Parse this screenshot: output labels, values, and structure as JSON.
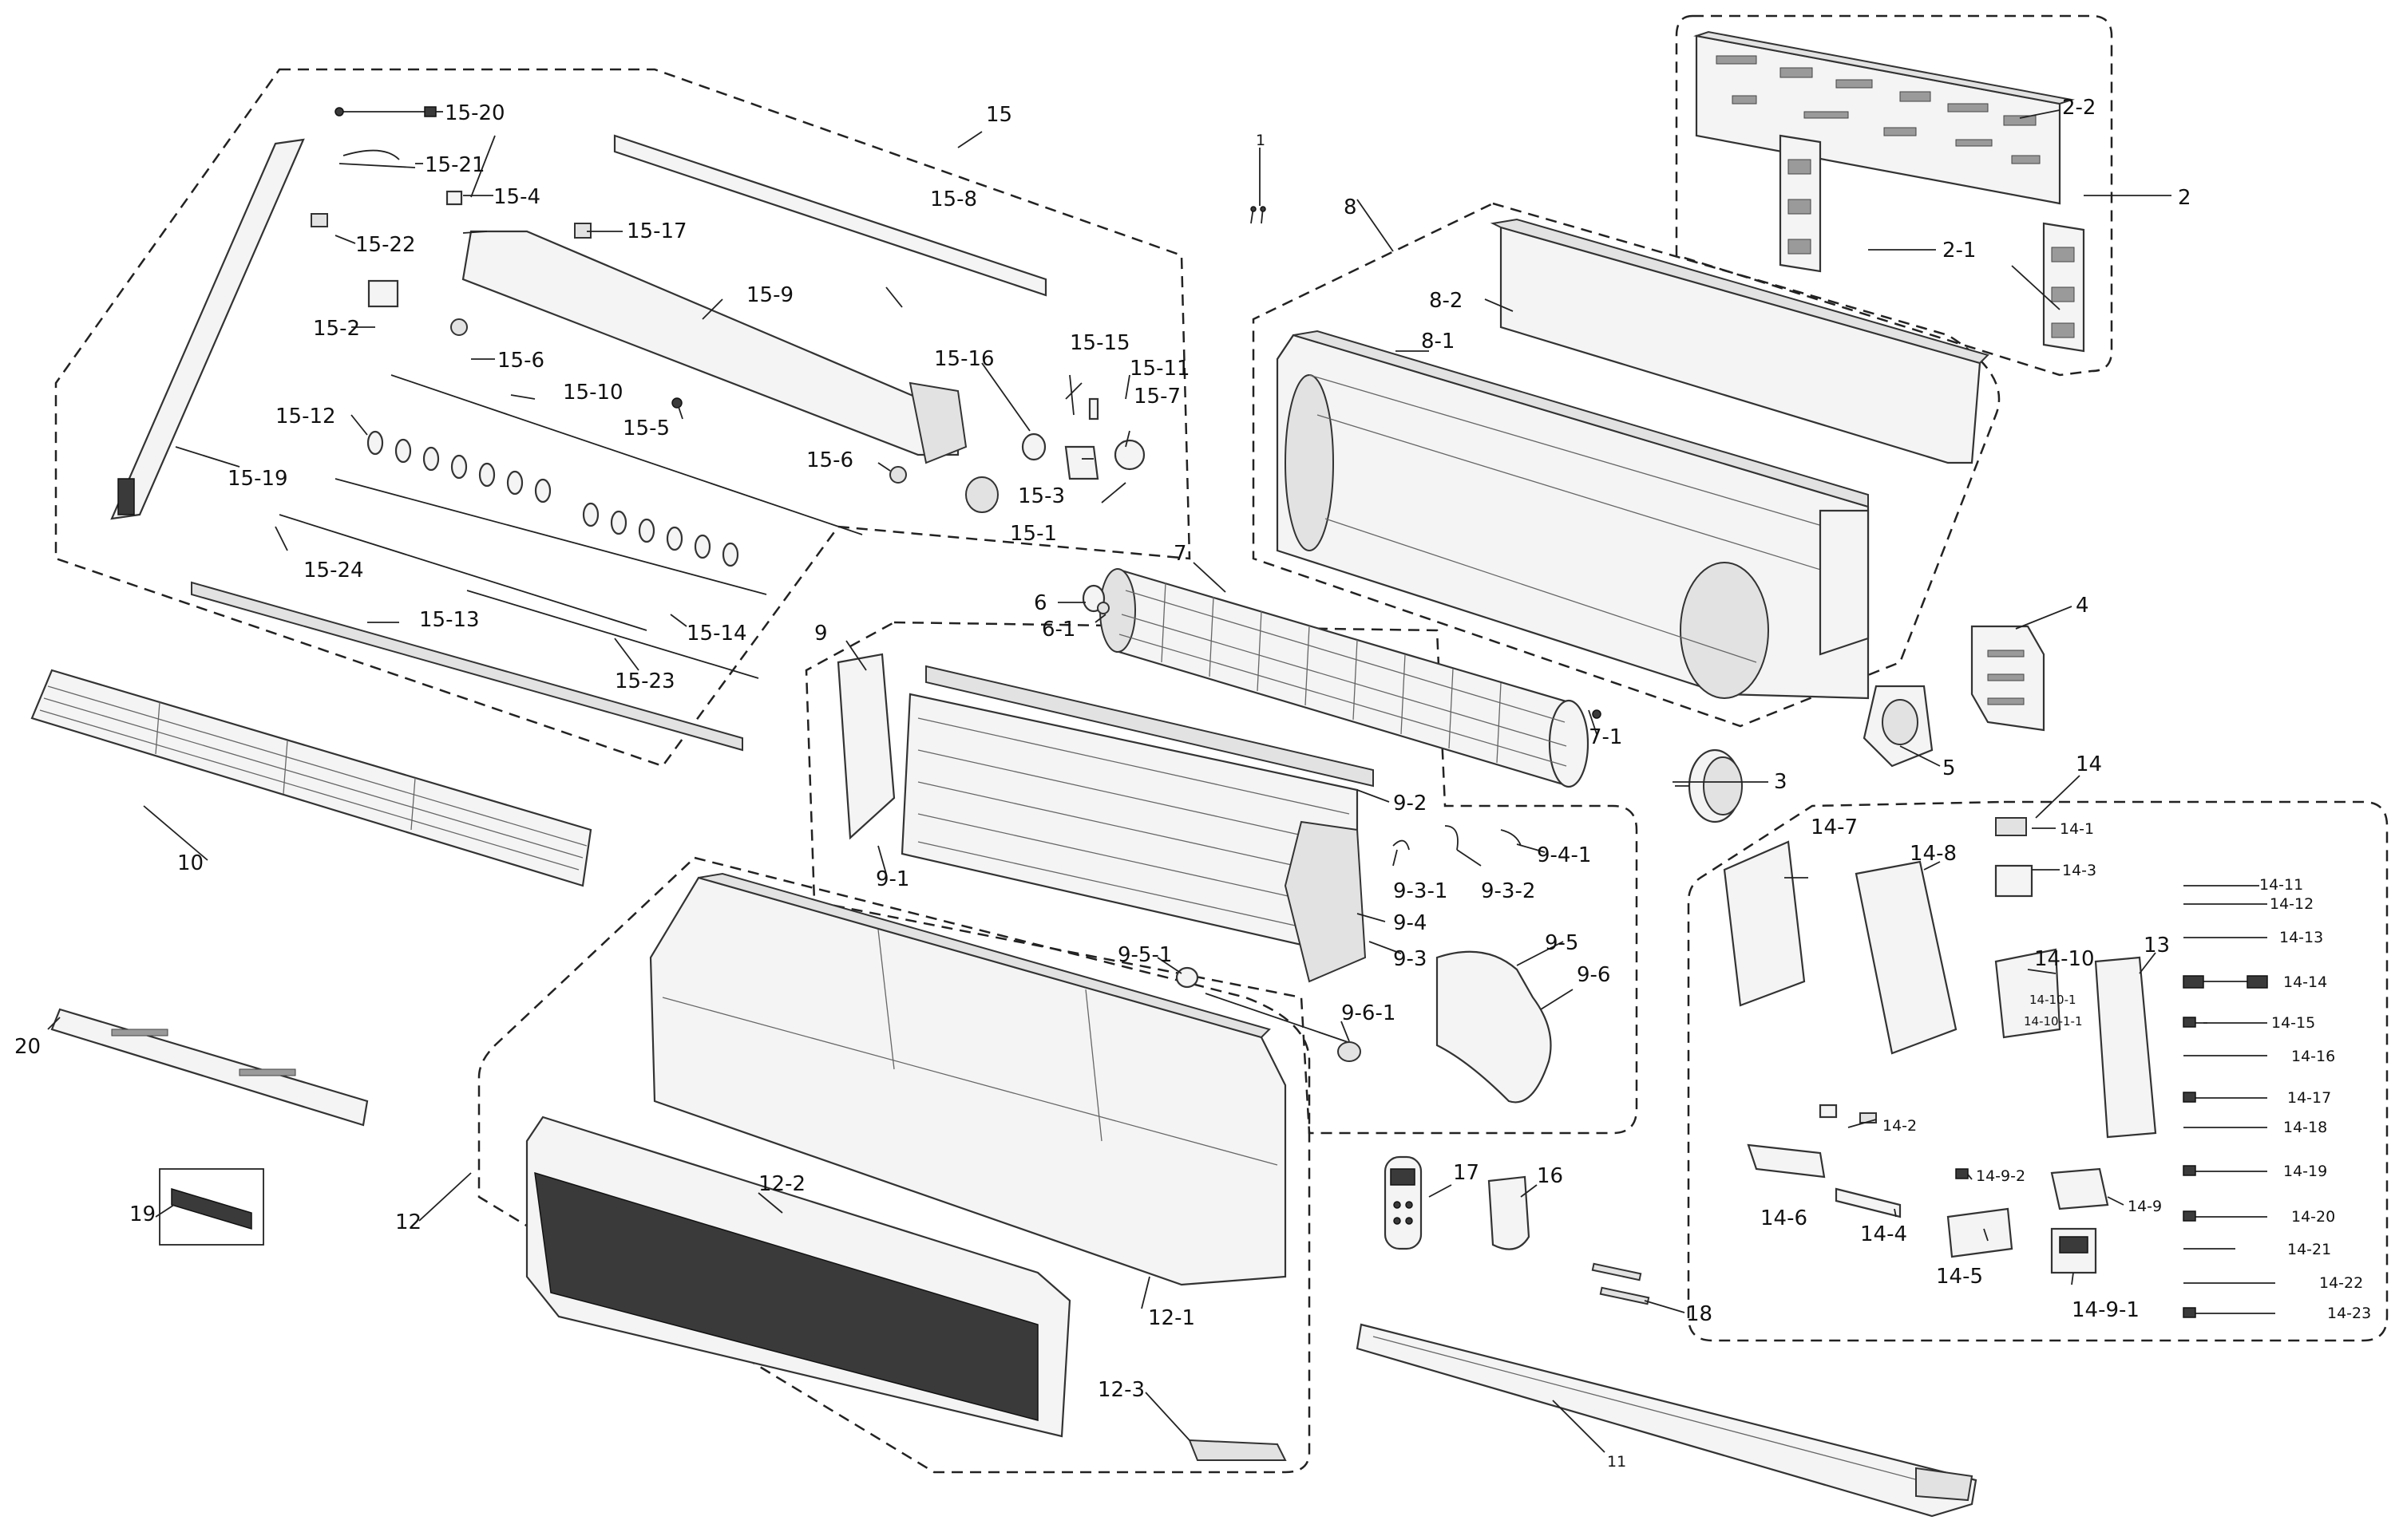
{
  "labels": {
    "l1": "1",
    "l2": "2",
    "l2_1": "2-1",
    "l2_2": "2-2",
    "l3": "3",
    "l4": "4",
    "l5": "5",
    "l6": "6",
    "l6_1": "6-1",
    "l7": "7",
    "l7_1": "7-1",
    "l8": "8",
    "l8_1": "8-1",
    "l8_2": "8-2",
    "l9": "9",
    "l9_1": "9-1",
    "l9_2": "9-2",
    "l9_3": "9-3",
    "l9_3_1": "9-3-1",
    "l9_3_2": "9-3-2",
    "l9_4": "9-4",
    "l9_4_1": "9-4-1",
    "l9_5": "9-5",
    "l9_5_1": "9-5-1",
    "l9_6": "9-6",
    "l9_6_1": "9-6-1",
    "l10": "10",
    "l11": "11",
    "l12": "12",
    "l12_1": "12-1",
    "l12_2": "12-2",
    "l12_3": "12-3",
    "l13": "13",
    "l14": "14",
    "l14_1": "14-1",
    "l14_2": "14-2",
    "l14_3": "14-3",
    "l14_4": "14-4",
    "l14_5": "14-5",
    "l14_6": "14-6",
    "l14_7": "14-7",
    "l14_8": "14-8",
    "l14_9": "14-9",
    "l14_9_1": "14-9-1",
    "l14_9_2": "14-9-2",
    "l14_10": "14-10",
    "l14_10_1": "14-10-1",
    "l14_10_1_1": "14-10-1-1",
    "l14_11": "14-11",
    "l14_12": "14-12",
    "l14_13": "14-13",
    "l14_14": "14-14",
    "l14_15": "14-15",
    "l14_16": "14-16",
    "l14_17": "14-17",
    "l14_18": "14-18",
    "l14_19": "14-19",
    "l14_20": "14-20",
    "l14_21": "14-21",
    "l14_22": "14-22",
    "l14_23": "14-23",
    "l15": "15",
    "l15_1": "15-1",
    "l15_2": "15-2",
    "l15_3": "15-3",
    "l15_4": "15-4",
    "l15_5": "15-5",
    "l15_6a": "15-6",
    "l15_6b": "15-6",
    "l15_7": "15-7",
    "l15_8": "15-8",
    "l15_9": "15-9",
    "l15_10": "15-10",
    "l15_11": "15-11",
    "l15_12": "15-12",
    "l15_13": "15-13",
    "l15_14": "15-14",
    "l15_15": "15-15",
    "l15_16": "15-16",
    "l15_17": "15-17",
    "l15_19": "15-19",
    "l15_20": "15-20",
    "l15_21": "15-21",
    "l15_22": "15-22",
    "l15_23": "15-23",
    "l15_24": "15-24",
    "l16": "16",
    "l17": "17",
    "l18": "18",
    "l19": "19",
    "l20": "20"
  }
}
